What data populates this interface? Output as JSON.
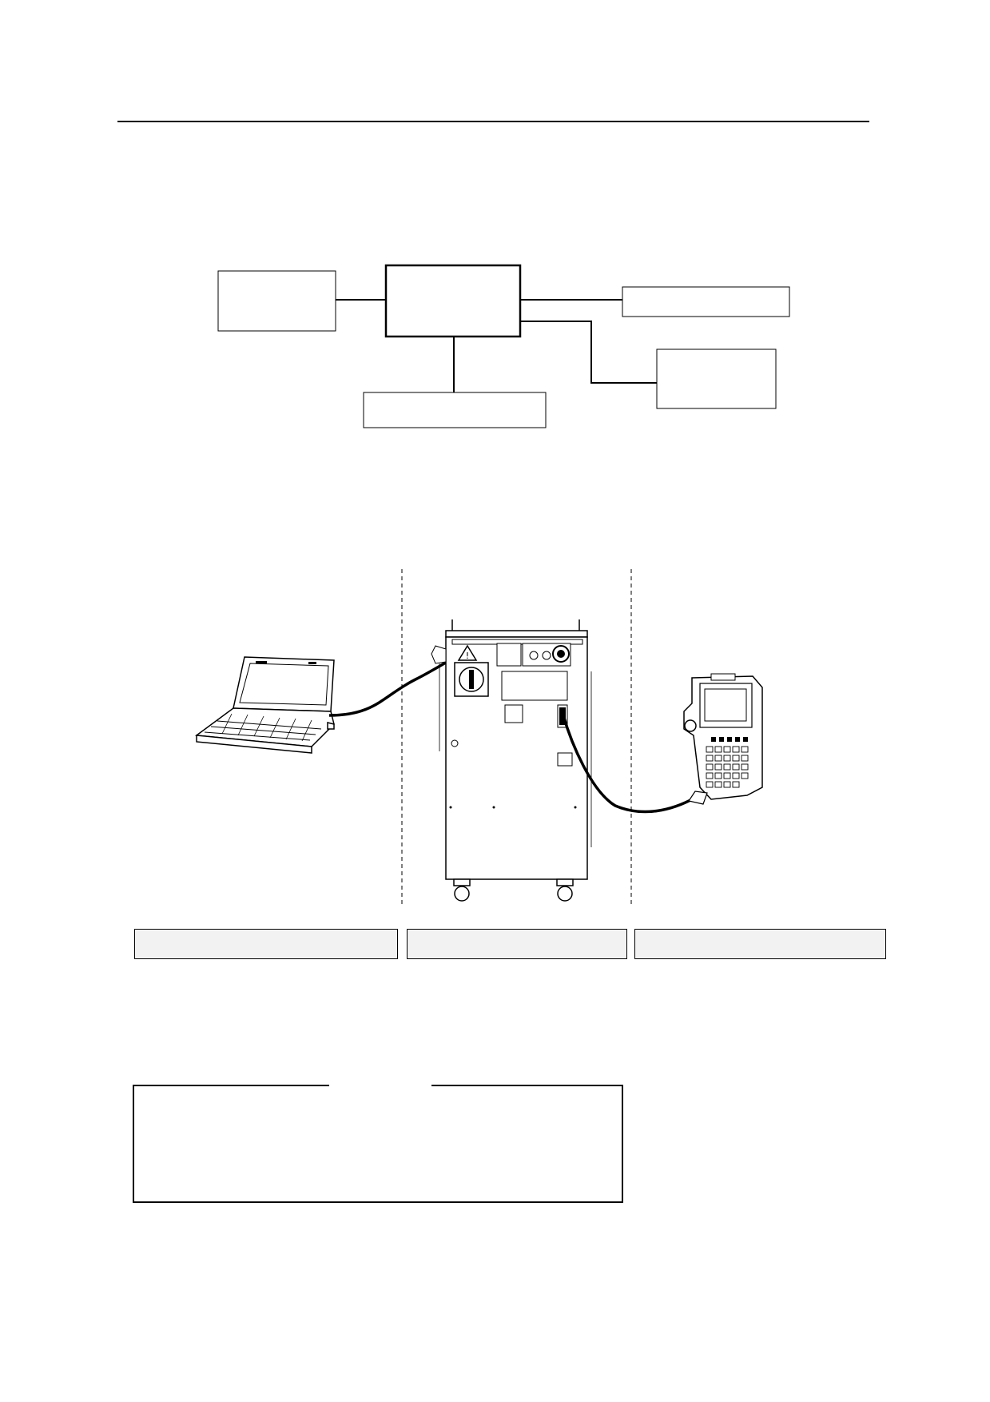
{
  "block_diagram": {
    "center_box": "",
    "left_box": "",
    "bottom_box": "",
    "right_top_box": "",
    "right_bottom_box": ""
  },
  "figure": {
    "captions": [
      "",
      "",
      ""
    ],
    "devices": [
      "laptop-computer",
      "robot-controller-cabinet",
      "teach-pendant"
    ]
  },
  "note": {
    "title": "",
    "text": ""
  }
}
